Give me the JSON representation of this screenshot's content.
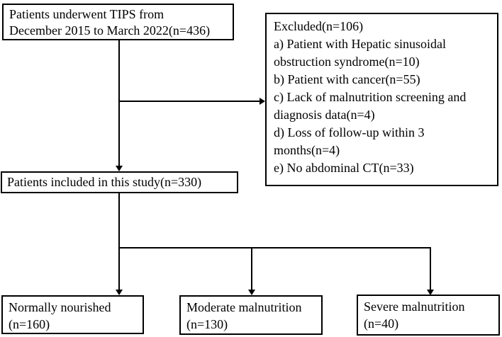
{
  "diagram": {
    "type": "flowchart",
    "colors": {
      "background": "#ffffff",
      "line": "#000000",
      "text": "#000000"
    },
    "top_box": {
      "lines": [
        "Patients underwent TIPS from",
        "December 2015 to March 2022(n=436)"
      ]
    },
    "excluded_box": {
      "lines": [
        "Excluded(n=106)",
        "a) Patient with Hepatic sinusoidal",
        "obstruction syndrome(n=10)",
        "b) Patient with cancer(n=55)",
        "c) Lack of malnutrition screening and",
        "diagnosis data(n=4)",
        "d) Loss of follow-up within 3",
        "months(n=4)",
        "e) No abdominal CT(n=33)"
      ]
    },
    "included_box": {
      "text": "Patients included in this study(n=330)"
    },
    "outcome_boxes": [
      {
        "lines": [
          "Normally nourished",
          "(n=160)"
        ]
      },
      {
        "lines": [
          "Moderate malnutrition",
          "(n=130)"
        ]
      },
      {
        "lines": [
          "Severe malnutrition",
          "(n=40)"
        ]
      }
    ]
  }
}
